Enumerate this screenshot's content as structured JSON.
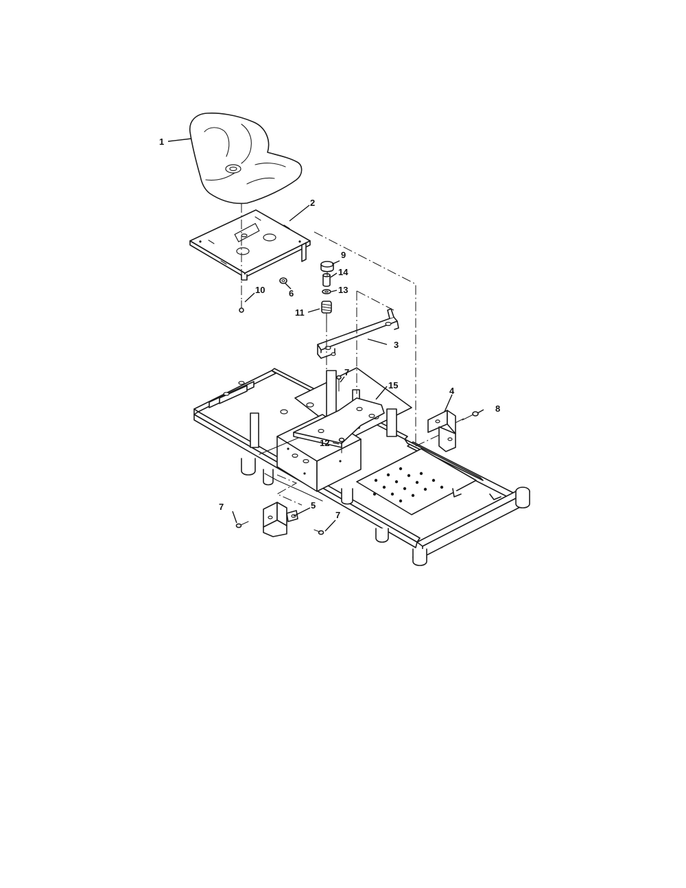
{
  "diagram": {
    "callouts": [
      "1",
      "2",
      "3",
      "4",
      "5",
      "6",
      "7",
      "7",
      "7",
      "8",
      "9",
      "10",
      "11",
      "12",
      "13",
      "14",
      "15"
    ]
  }
}
